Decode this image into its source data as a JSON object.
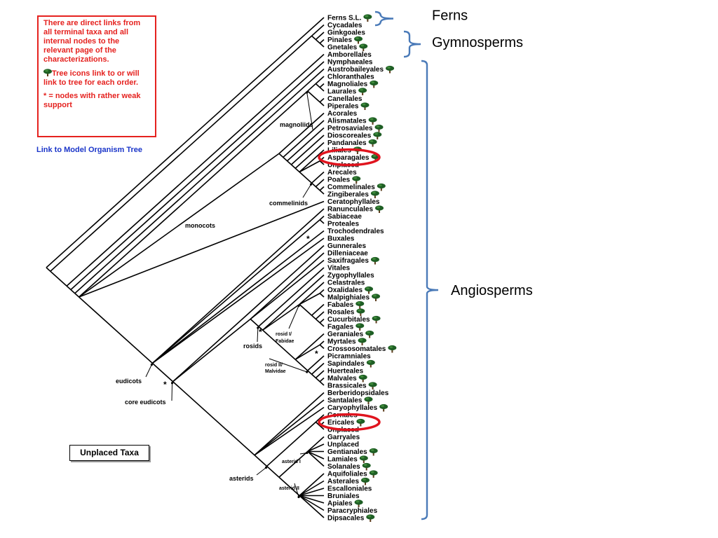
{
  "info_box": {
    "paragraph1": "There are direct links from all terminal taxa and all internal nodes to the relevant page of the characterizations.",
    "paragraph2": "Tree icons link to or will link to tree for each order.",
    "paragraph3": "* = nodes with rather weak support",
    "color": "#e5221f"
  },
  "model_link": {
    "label": "Link to Model Organism Tree",
    "color": "#1a35c9"
  },
  "unplaced_button": {
    "label": "Unplaced Taxa"
  },
  "clades": {
    "ferns": "Ferns",
    "gymnosperms": "Gymnosperms",
    "angiosperms": "Angiosperms",
    "bracket_color": "#4a7ab8"
  },
  "node_labels": {
    "magnoliids": "magnoliids",
    "commelinids": "commelinids",
    "monocots": "monocots",
    "rosids": "rosids",
    "rosid1": [
      "rosid I/",
      "Fabidae"
    ],
    "rosid2": [
      "rosid II/",
      "Malvidae"
    ],
    "eudicots": "eudicots",
    "core_eudicots": "core eudicots",
    "asterids": "asterids",
    "asterid1": "asterid I",
    "asterid2": "asterid II",
    "weak_support_marker": "*"
  },
  "highlight_color": "#e0141e",
  "tree_icon": "tree-icon",
  "taxa": [
    {
      "name": "Ferns S.L.",
      "icon": true
    },
    {
      "name": "Cycadales",
      "icon": false
    },
    {
      "name": "Ginkgoales",
      "icon": false
    },
    {
      "name": "Pinales",
      "icon": true
    },
    {
      "name": "Gnetales",
      "icon": true
    },
    {
      "name": "Amborellales",
      "icon": false
    },
    {
      "name": "Nymphaeales",
      "icon": false
    },
    {
      "name": "Austrobaileyales",
      "icon": true
    },
    {
      "name": "Chloranthales",
      "icon": false
    },
    {
      "name": "Magnoliales",
      "icon": true
    },
    {
      "name": "Laurales",
      "icon": true
    },
    {
      "name": "Canellales",
      "icon": false
    },
    {
      "name": "Piperales",
      "icon": true
    },
    {
      "name": "Acorales",
      "icon": false
    },
    {
      "name": "Alismatales",
      "icon": true
    },
    {
      "name": "Petrosaviales",
      "icon": true
    },
    {
      "name": "Dioscoreales",
      "icon": true
    },
    {
      "name": "Pandanales",
      "icon": true
    },
    {
      "name": "Liliales",
      "icon": true
    },
    {
      "name": "Asparagales",
      "icon": true,
      "highlight": true
    },
    {
      "name": "Unplaced",
      "icon": false
    },
    {
      "name": "Arecales",
      "icon": false
    },
    {
      "name": "Poales",
      "icon": true
    },
    {
      "name": "Commelinales",
      "icon": true
    },
    {
      "name": "Zingiberales",
      "icon": true
    },
    {
      "name": "Ceratophyllales",
      "icon": false
    },
    {
      "name": "Ranunculales",
      "icon": true
    },
    {
      "name": "Sabiaceae",
      "icon": false
    },
    {
      "name": "Proteales",
      "icon": false
    },
    {
      "name": "Trochodendrales",
      "icon": false
    },
    {
      "name": "Buxales",
      "icon": false
    },
    {
      "name": "Gunnerales",
      "icon": false
    },
    {
      "name": "Dilleniaceae",
      "icon": false
    },
    {
      "name": "Saxifragales",
      "icon": true
    },
    {
      "name": "Vitales",
      "icon": false
    },
    {
      "name": "Zygophyllales",
      "icon": false
    },
    {
      "name": "Celastrales",
      "icon": false
    },
    {
      "name": "Oxalidales",
      "icon": true
    },
    {
      "name": "Malpighiales",
      "icon": true
    },
    {
      "name": "Fabales",
      "icon": true
    },
    {
      "name": "Rosales",
      "icon": true
    },
    {
      "name": "Cucurbitales",
      "icon": true
    },
    {
      "name": "Fagales",
      "icon": true
    },
    {
      "name": "Geraniales",
      "icon": true
    },
    {
      "name": "Myrtales",
      "icon": true
    },
    {
      "name": "Crossosomatales",
      "icon": true
    },
    {
      "name": "Picramniales",
      "icon": false
    },
    {
      "name": "Sapindales",
      "icon": true
    },
    {
      "name": "Huerteales",
      "icon": false
    },
    {
      "name": "Malvales",
      "icon": true
    },
    {
      "name": "Brassicales",
      "icon": true
    },
    {
      "name": "Berberidopsidales",
      "icon": false
    },
    {
      "name": "Santalales",
      "icon": true
    },
    {
      "name": "Caryophyllales",
      "icon": true
    },
    {
      "name": "Cornales",
      "icon": false
    },
    {
      "name": "Ericales",
      "icon": true,
      "highlight": true
    },
    {
      "name": "Unplaced",
      "icon": false
    },
    {
      "name": "Garryales",
      "icon": false
    },
    {
      "name": "Unplaced",
      "icon": false
    },
    {
      "name": "Gentianales",
      "icon": true
    },
    {
      "name": "Lamiales",
      "icon": true
    },
    {
      "name": "Solanales",
      "icon": true
    },
    {
      "name": "Aquifoliales",
      "icon": true
    },
    {
      "name": "Asterales",
      "icon": true
    },
    {
      "name": "Escalloniales",
      "icon": false
    },
    {
      "name": "Bruniales",
      "icon": false
    },
    {
      "name": "Apiales",
      "icon": true
    },
    {
      "name": "Paracryphiales",
      "icon": false
    },
    {
      "name": "Dipsacales",
      "icon": true
    }
  ]
}
